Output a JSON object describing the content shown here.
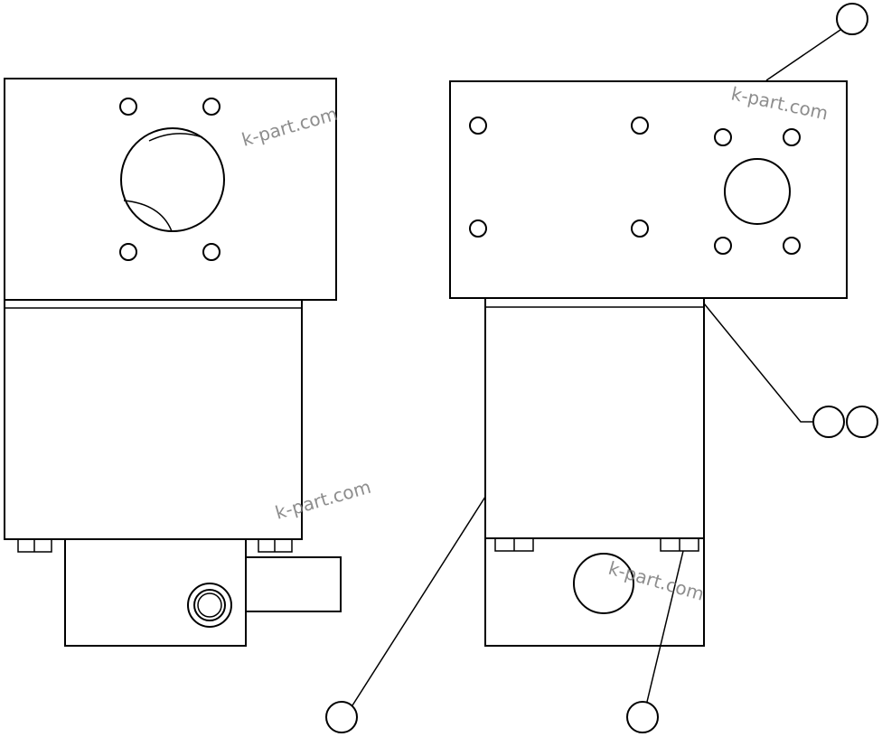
{
  "watermark": {
    "text": "k-part.com",
    "color": "#7a7a7a"
  },
  "line_color": "#000000",
  "background": "#ffffff",
  "callouts": [
    {
      "id": "balloon-top-right",
      "label": ""
    },
    {
      "id": "balloon-right-pair-a",
      "label": ""
    },
    {
      "id": "balloon-right-pair-b",
      "label": ""
    },
    {
      "id": "balloon-bottom-left",
      "label": ""
    },
    {
      "id": "balloon-bottom-right",
      "label": ""
    }
  ]
}
